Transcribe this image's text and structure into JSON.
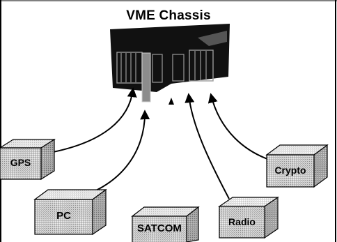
{
  "diagram": {
    "title": "VME Chassis",
    "devices": [
      {
        "id": "gps",
        "label": "GPS"
      },
      {
        "id": "pc",
        "label": "PC"
      },
      {
        "id": "satcom",
        "label": "SATCOM"
      },
      {
        "id": "radio",
        "label": "Radio"
      },
      {
        "id": "crypto",
        "label": "Crypto"
      }
    ],
    "colors": {
      "line": "#000000",
      "box_front": "#c8c8c8",
      "box_top": "#e2e2e2",
      "box_side": "#a9a9a9",
      "chassis": "#111111",
      "card": "#8c8c8c"
    }
  }
}
